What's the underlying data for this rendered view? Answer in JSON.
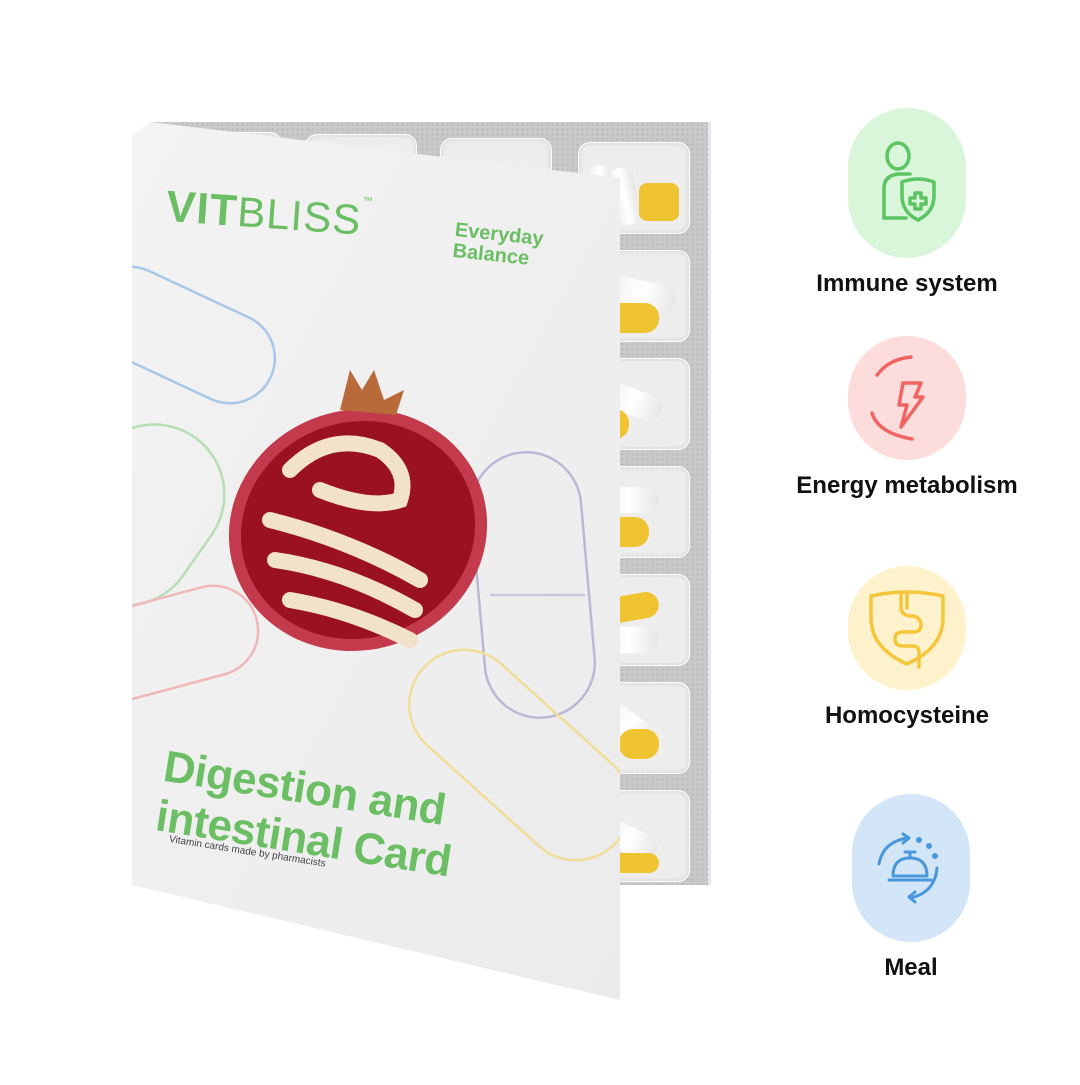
{
  "product": {
    "brand_bold": "VIT",
    "brand_light": "BLISS",
    "trademark": "™",
    "tagline_line1": "Everyday",
    "tagline_line2": "Balance",
    "title_line1": "Digestion and",
    "title_line2": "intestinal Card",
    "subtitle": "Vitamin cards made by pharmacists",
    "image": "pomegranate-half-with-intestine-shape"
  },
  "colors": {
    "brand_green": "#6bbe63",
    "immune_bg": "#d9f5da",
    "immune_icon": "#5cc462",
    "energy_bg": "#fddcdc",
    "energy_icon": "#f26464",
    "homocysteine_bg": "#fdf2cc",
    "homocysteine_icon": "#f5c63a",
    "meal_bg": "#d3e6f8",
    "meal_icon": "#4a98dc"
  },
  "features": [
    {
      "label": "Immune system",
      "icon": "person-shield-icon"
    },
    {
      "label": "Energy metabolism",
      "icon": "lightning-cycle-icon"
    },
    {
      "label": "Homocysteine",
      "icon": "intestine-shield-icon"
    },
    {
      "label": "Meal",
      "icon": "meal-bell-cycle-icon"
    }
  ]
}
